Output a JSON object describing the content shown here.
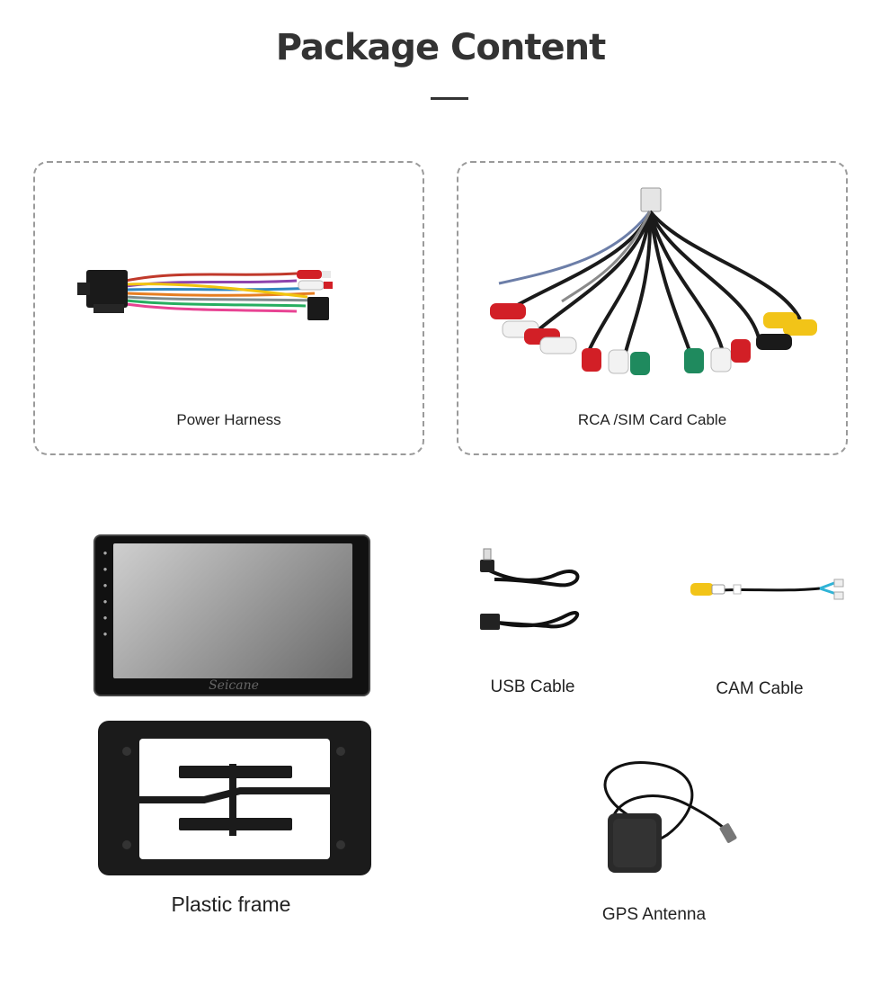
{
  "header": {
    "title": "Package Content"
  },
  "items": {
    "power_harness": "Power Harness",
    "rca_cable": "RCA /SIM Card Cable",
    "usb_cable": "USB Cable",
    "cam_cable": "CAM Cable",
    "plastic_frame": "Plastic frame",
    "gps_antenna": "GPS Antenna"
  },
  "screen": {
    "brand": "Seicane"
  },
  "colors": {
    "red": "#d21f26",
    "white": "#f2f2f2",
    "yellow": "#f2c418",
    "green": "#1f8a5e",
    "black": "#1a1a1a"
  }
}
